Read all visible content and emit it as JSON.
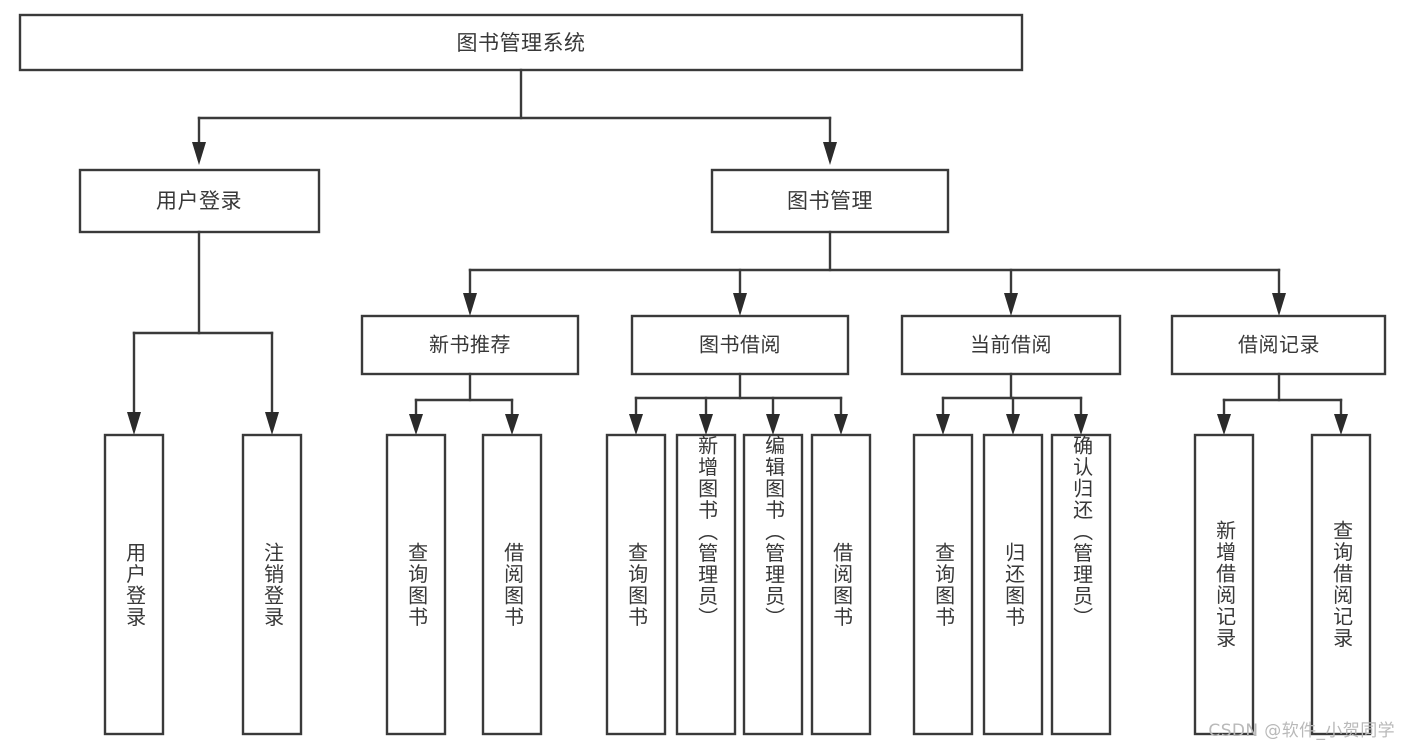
{
  "diagram": {
    "type": "hierarchy-tree",
    "title": "图书管理系统",
    "orientation": "top-down",
    "colors": {
      "stroke": "#3a3a3a",
      "text": "#383838",
      "background": "#ffffff",
      "watermark": "#b9b9b9"
    },
    "root": {
      "label": "图书管理系统"
    },
    "level1": [
      {
        "label": "用户登录"
      },
      {
        "label": "图书管理"
      }
    ],
    "level2": [
      {
        "label": "新书推荐"
      },
      {
        "label": "图书借阅"
      },
      {
        "label": "当前借阅"
      },
      {
        "label": "借阅记录"
      }
    ],
    "leaves": {
      "user_login": [
        {
          "label": "用户登录"
        },
        {
          "label": "注销登录"
        }
      ],
      "new_book_recommend": [
        {
          "label": "查询图书"
        },
        {
          "label": "借阅图书"
        }
      ],
      "book_borrow": [
        {
          "label": "查询图书"
        },
        {
          "label": "新增图书（管理员）"
        },
        {
          "label": "编辑图书（管理员）"
        },
        {
          "label": "借阅图书"
        }
      ],
      "current_borrow": [
        {
          "label": "查询图书"
        },
        {
          "label": "归还图书"
        },
        {
          "label": "确认归还（管理员）"
        }
      ],
      "borrow_record": [
        {
          "label": "新增借阅记录"
        },
        {
          "label": "查询借阅记录"
        }
      ]
    },
    "watermark": "CSDN @软件_小贺同学"
  }
}
